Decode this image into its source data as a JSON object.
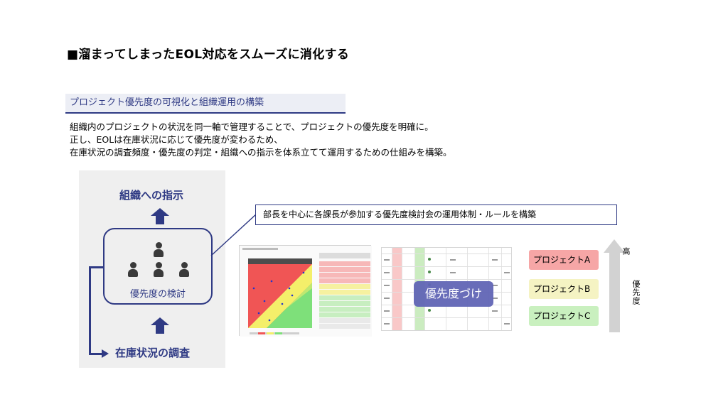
{
  "title": "■溜まってしまったEOL対応をスムーズに消化する",
  "section_heading": "プロジェクト優先度の可視化と組織運用の構築",
  "body_lines": [
    "組織内のプロジェクトの状況を同一軸で管理することで、プロジェクトの優先度を明確に。",
    "正し、EOLは在庫状況に応じて優先度が変わるため、",
    "在庫状況の調査頻度・優先度の判定・組織への指示を体系立てて運用するための仕組みを構築。"
  ],
  "flow": {
    "top_label": "組織への指示",
    "center_label": "優先度の検討",
    "bottom_label": "在庫状況の調査"
  },
  "callout": "部長を中心に各課長が参加する優先度検討会の運用体制・ルールを構築",
  "prioritization_label": "優先度づけ",
  "projects": [
    "プロジェクトA",
    "プロジェクトB",
    "プロジェクトC"
  ],
  "axis": {
    "high": "高",
    "label": "優先度"
  },
  "colors": {
    "accent": "#2f3a84",
    "project_a": "#f6a6a6",
    "project_b": "#f5f3c3",
    "project_c": "#c9f0bf"
  }
}
